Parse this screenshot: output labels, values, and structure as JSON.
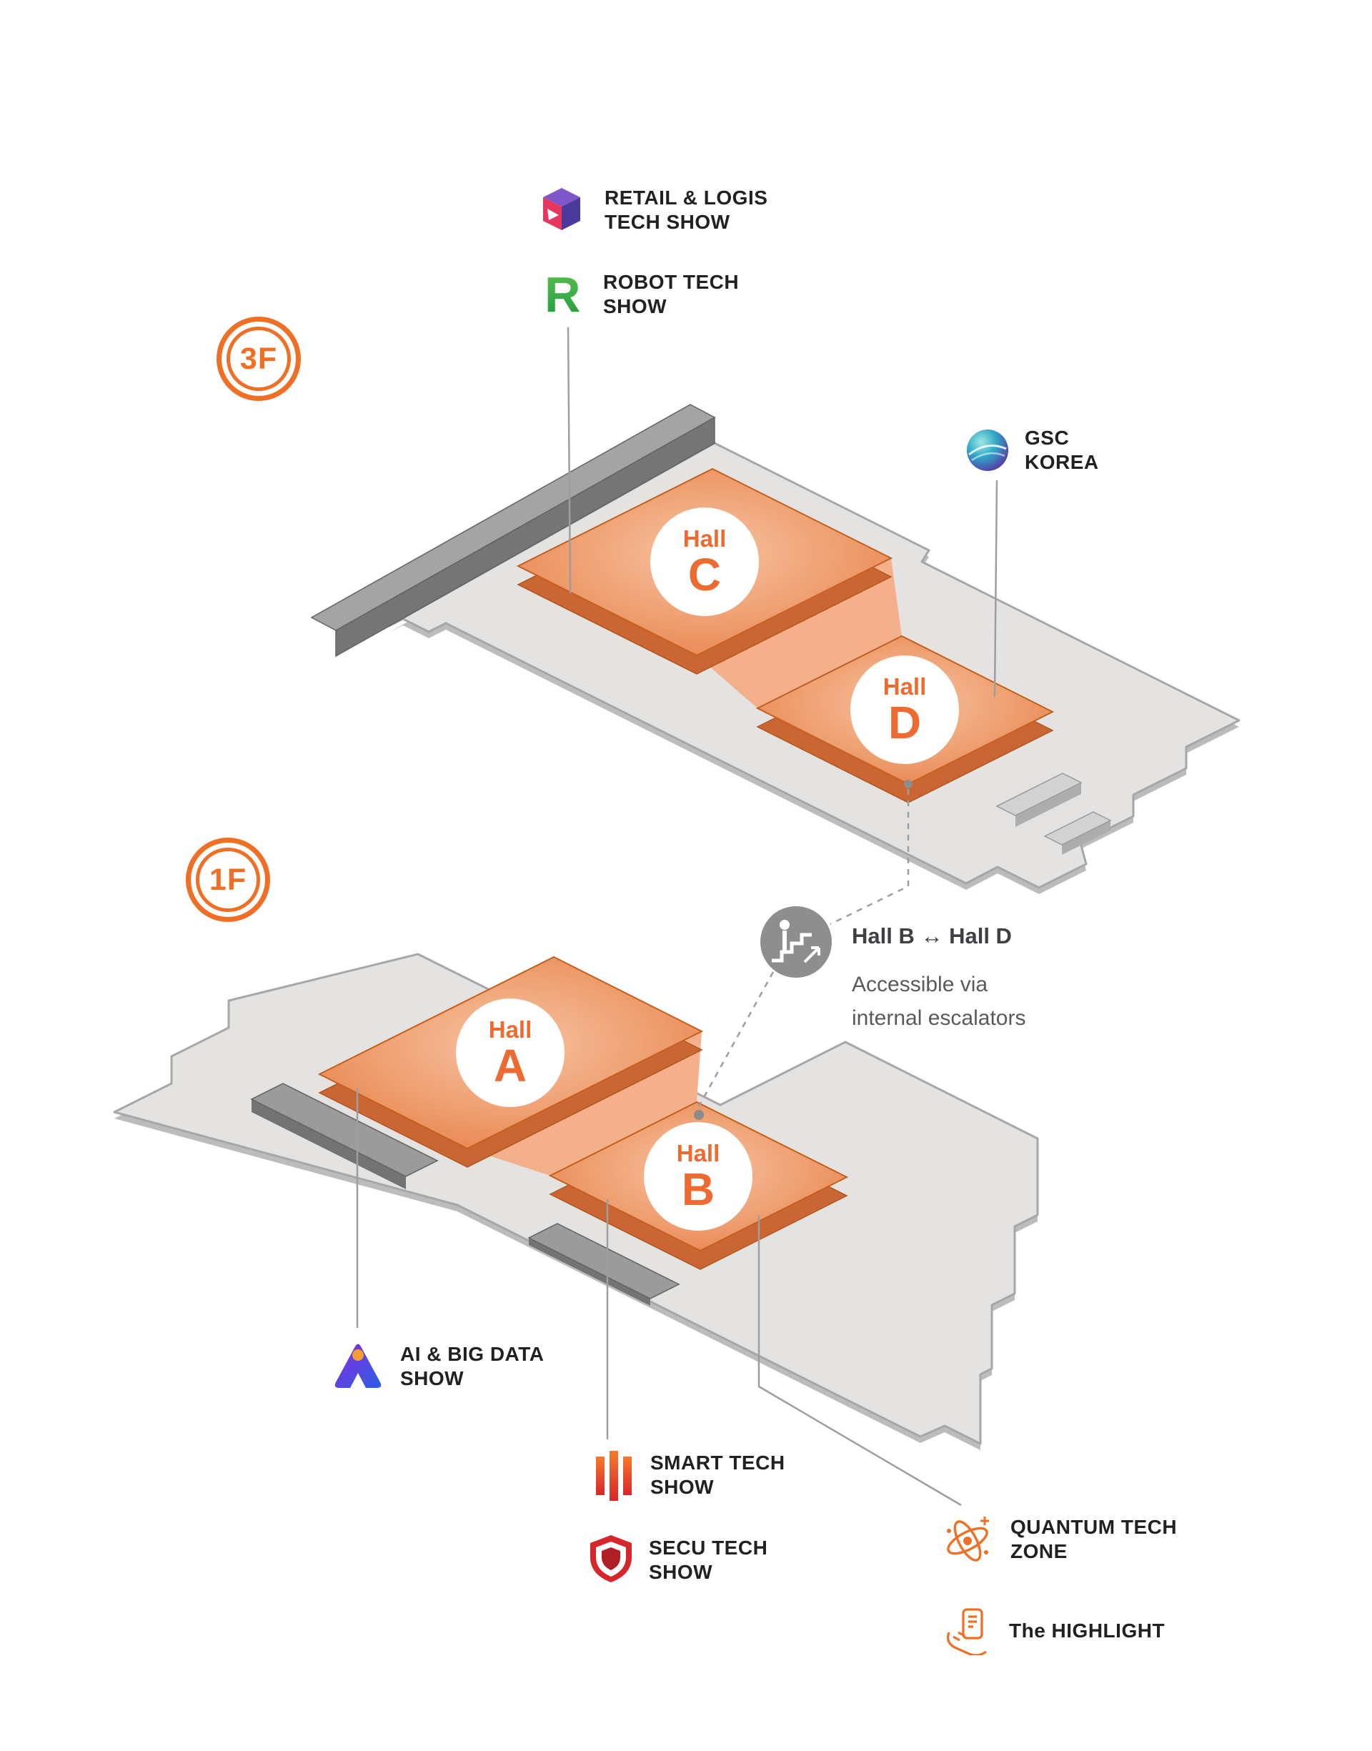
{
  "page": {
    "background": "#ffffff"
  },
  "colors": {
    "accent_orange": "#f06f24",
    "hall_fill": "#ea8350",
    "hall_side": "#c96633",
    "hall_connector": "#f3b08a",
    "floor_fill": "#e4e3e2",
    "floor_edge": "#a7a7a7",
    "wall_gray": "#8f8f8f",
    "line_gray": "#9e9e9e",
    "text_dark": "#231f20",
    "text_gray": "#595a5d"
  },
  "floors": [
    {
      "badge": "3F",
      "halls": [
        {
          "word": "Hall",
          "letter": "C"
        },
        {
          "word": "Hall",
          "letter": "D"
        }
      ]
    },
    {
      "badge": "1F",
      "halls": [
        {
          "word": "Hall",
          "letter": "A"
        },
        {
          "word": "Hall",
          "letter": "B"
        }
      ]
    }
  ],
  "legend": {
    "retail": {
      "line1": "RETAIL & LOGIS",
      "line2": "TECH SHOW",
      "icon": "retail-logis-cube-icon"
    },
    "robot": {
      "line1": "ROBOT TECH",
      "line2": "SHOW",
      "icon": "robot-r-icon"
    },
    "gsc": {
      "line1": "GSC",
      "line2": "KOREA",
      "icon": "gsc-globe-icon"
    },
    "ai": {
      "line1": "AI & BIG DATA",
      "line2": "SHOW",
      "icon": "ai-bigdata-triangle-icon"
    },
    "smart": {
      "line1": "SMART TECH",
      "line2": "SHOW",
      "icon": "smart-tech-bars-icon"
    },
    "secu": {
      "line1": "SECU TECH",
      "line2": "SHOW",
      "icon": "secu-shield-icon"
    },
    "quantum": {
      "line1": "QUANTUM TECH",
      "line2": "ZONE",
      "icon": "quantum-atom-icon"
    },
    "highlight": {
      "line1": "The HIGHLIGHT",
      "icon": "highlight-hand-phone-icon"
    }
  },
  "escalator": {
    "title": "Hall B ↔ Hall D",
    "desc_line1": "Accessible via",
    "desc_line2": "internal escalators",
    "icon": "escalator-icon"
  }
}
